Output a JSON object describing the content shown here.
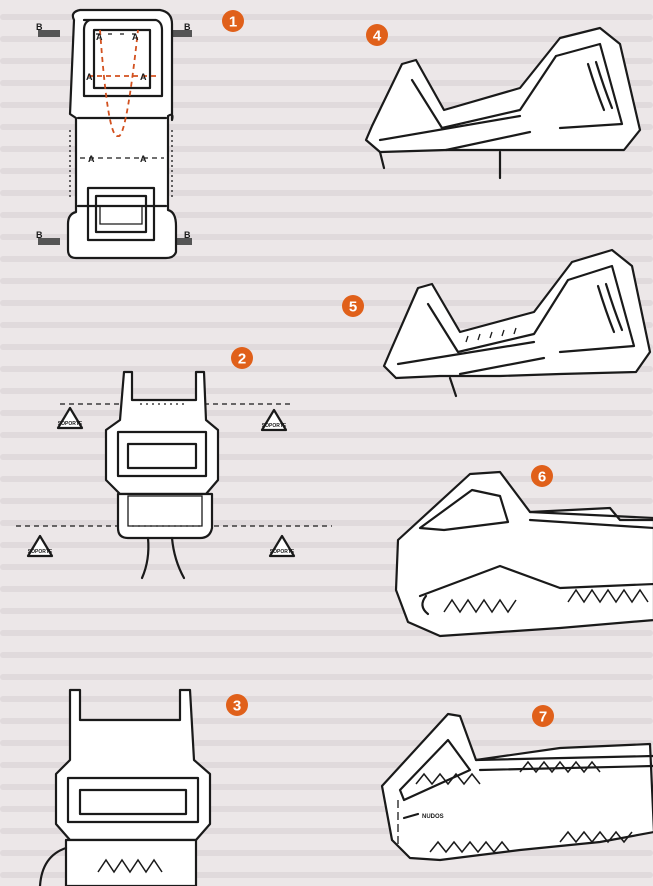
{
  "colors": {
    "badge": "#e0601a",
    "dashed_guide": "#d2511f",
    "paper": "#ece7e8"
  },
  "steps": [
    {
      "id": 1,
      "label": "1"
    },
    {
      "id": 2,
      "label": "2"
    },
    {
      "id": 3,
      "label": "3"
    },
    {
      "id": 4,
      "label": "4"
    },
    {
      "id": 5,
      "label": "5"
    },
    {
      "id": 6,
      "label": "6"
    },
    {
      "id": 7,
      "label": "7"
    }
  ],
  "step1_labels": {
    "b": "B",
    "a": "A"
  },
  "support_label": "SOPORTE",
  "knots_label": "NUDOS"
}
